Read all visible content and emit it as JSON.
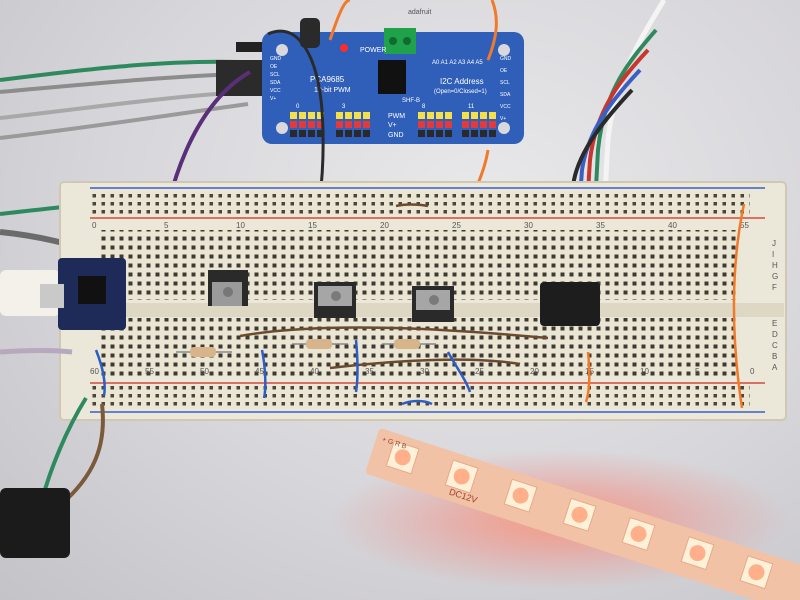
{
  "pwm_board": {
    "brand": "adafruit",
    "model": "PCA9685",
    "subtitle": "12-bit PWM",
    "power_label": "POWER",
    "address_title": "I2C Address",
    "address_hint": "(Open=0/Closed=1)",
    "address_pins": "A0 A1 A2 A3 A4 A5",
    "left_pins": [
      "GND",
      "OE",
      "SCL",
      "SDA",
      "VCC",
      "V+"
    ],
    "right_pins": [
      "GND",
      "OE",
      "SCL",
      "SDA",
      "VCC",
      "V+"
    ],
    "header_rows": [
      "PWM",
      "V+",
      "GND"
    ],
    "group_label": "SHF-B",
    "channel_groups": [
      "0",
      "3",
      "8",
      "11"
    ]
  },
  "breadboard": {
    "top_numbers": [
      "0",
      "5",
      "10",
      "15",
      "20",
      "25",
      "30",
      "35",
      "40",
      "55"
    ],
    "bottom_numbers": [
      "60",
      "55",
      "50",
      "45",
      "40",
      "35",
      "30",
      "25",
      "20",
      "15",
      "10",
      "5",
      "0"
    ],
    "row_letters_top": [
      "J",
      "I",
      "H",
      "G",
      "F"
    ],
    "row_letters_bottom": [
      "E",
      "D",
      "C",
      "B",
      "A"
    ]
  },
  "led_strip": {
    "marking": "DC12V",
    "pins": "+ G R B"
  },
  "colors": {
    "background": "#d9d8dc",
    "board_blue": "#2f5fb8",
    "breadboard": "#ece8d9",
    "led_glow": "#ff6b5b",
    "strip_pcb": "#f2c2a6"
  }
}
